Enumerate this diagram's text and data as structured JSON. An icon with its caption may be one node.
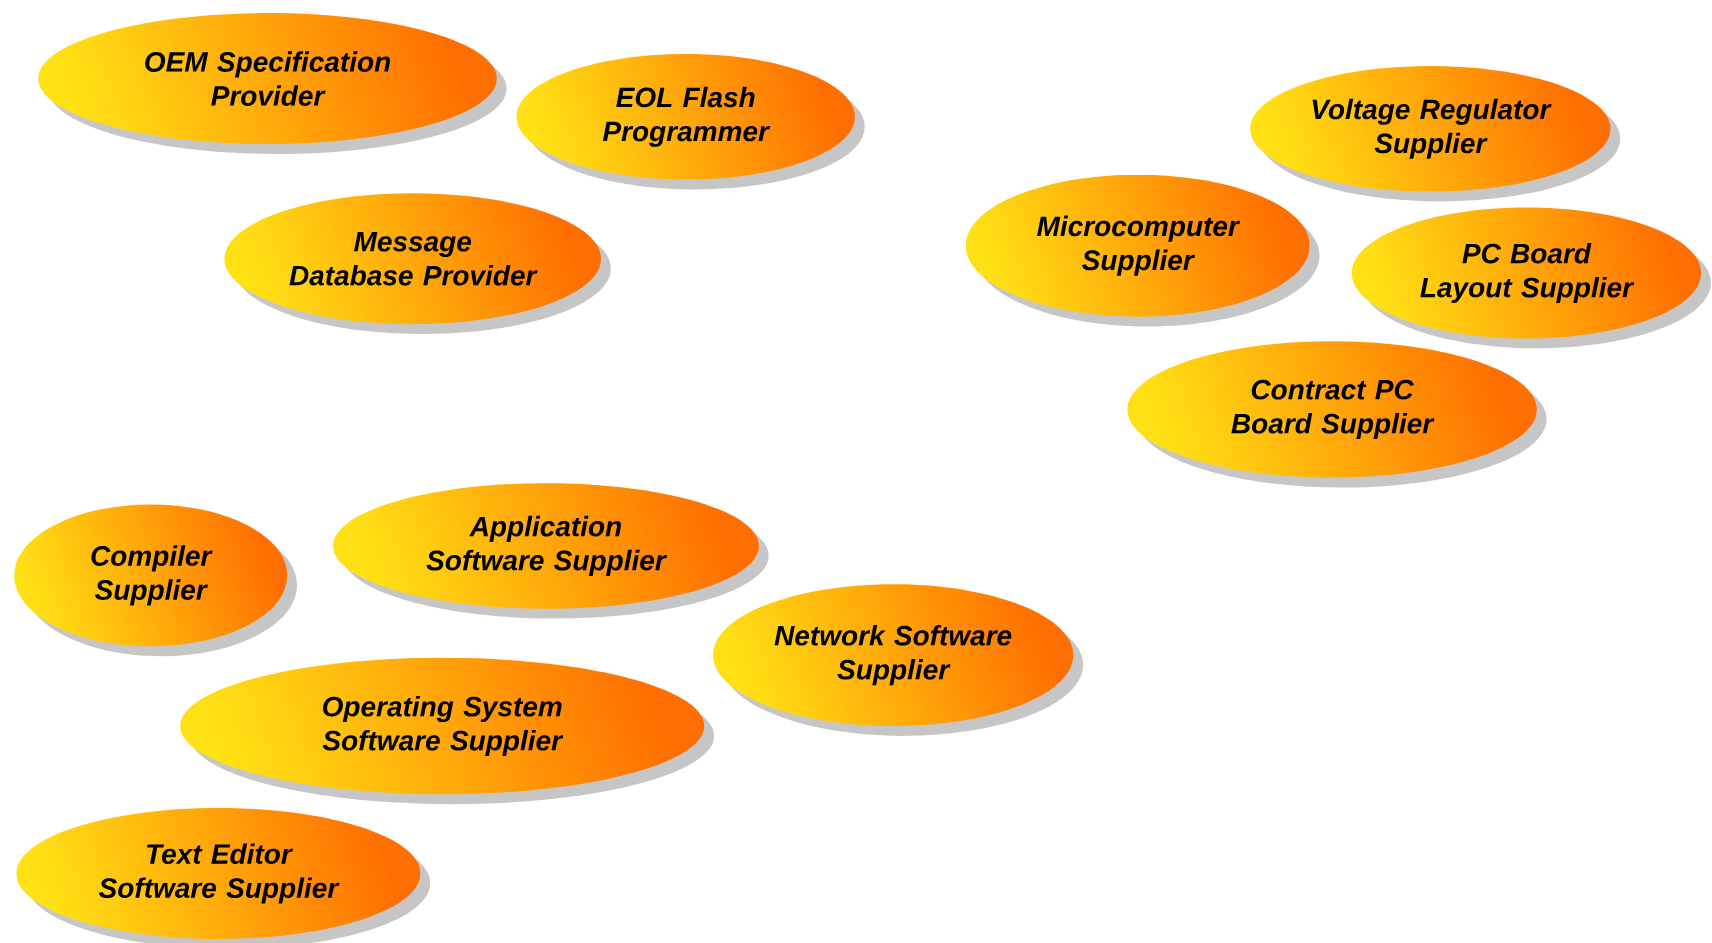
{
  "diagram": {
    "nodes": [
      {
        "text": [
          "OEM Specification Provider"
        ]
      },
      {
        "text": [
          "EOL Flash Programmer"
        ]
      },
      {
        "text": [
          "Message Database Provider"
        ]
      },
      {
        "text": [
          "Voltage Regulator Supplier"
        ]
      },
      {
        "text": [
          "Microcomputer Supplier"
        ]
      },
      {
        "text": [
          "PC Board Layout Supplier"
        ]
      },
      {
        "text": [
          "Contract PC Board Supplier"
        ]
      },
      {
        "text": [
          "Compiler Supplier"
        ]
      },
      {
        "text": [
          "Application Software Supplier"
        ]
      },
      {
        "text": [
          "Network Software Supplier"
        ]
      },
      {
        "text": [
          "Operating System Software Supplier"
        ]
      },
      {
        "text": [
          "Text Editor Software Supplier"
        ]
      }
    ]
  }
}
